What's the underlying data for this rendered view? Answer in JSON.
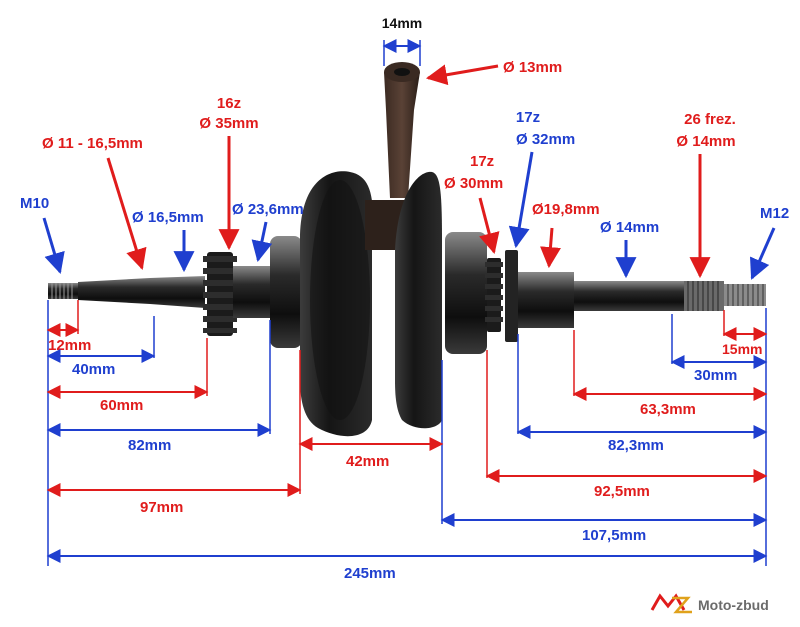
{
  "colors": {
    "red": "#e01c1c",
    "blue": "#1f3fcf",
    "steel": "#1a1a1a"
  },
  "labels": {
    "width_rod": "14mm",
    "dia_rod": "Ø 13mm",
    "gear_left_teeth": "16z",
    "gear_left_dia": "Ø 35mm",
    "taper": "Ø 11 - 16,5mm",
    "shaft_left": "Ø 16,5mm",
    "shaft_left2": "Ø 23,6mm",
    "m10": "M10",
    "gear_right_teeth": "17z",
    "gear_right_dia": "Ø 30mm",
    "sprocket_teeth": "17z",
    "sprocket_dia": "Ø 32mm",
    "shaft_right": "Ø19,8mm",
    "shaft_right2": "Ø 14mm",
    "spline_count": "26 frez.",
    "spline_dia": "Ø 14mm",
    "m12": "M12"
  },
  "dims": {
    "d12": "12mm",
    "d40": "40mm",
    "d60": "60mm",
    "d82": "82mm",
    "d97": "97mm",
    "d42": "42mm",
    "d15": "15mm",
    "d30": "30mm",
    "d63": "63,3mm",
    "d823": "82,3mm",
    "d92": "92,5mm",
    "d107": "107,5mm",
    "d245": "245mm"
  },
  "brand": "Moto-zbud"
}
